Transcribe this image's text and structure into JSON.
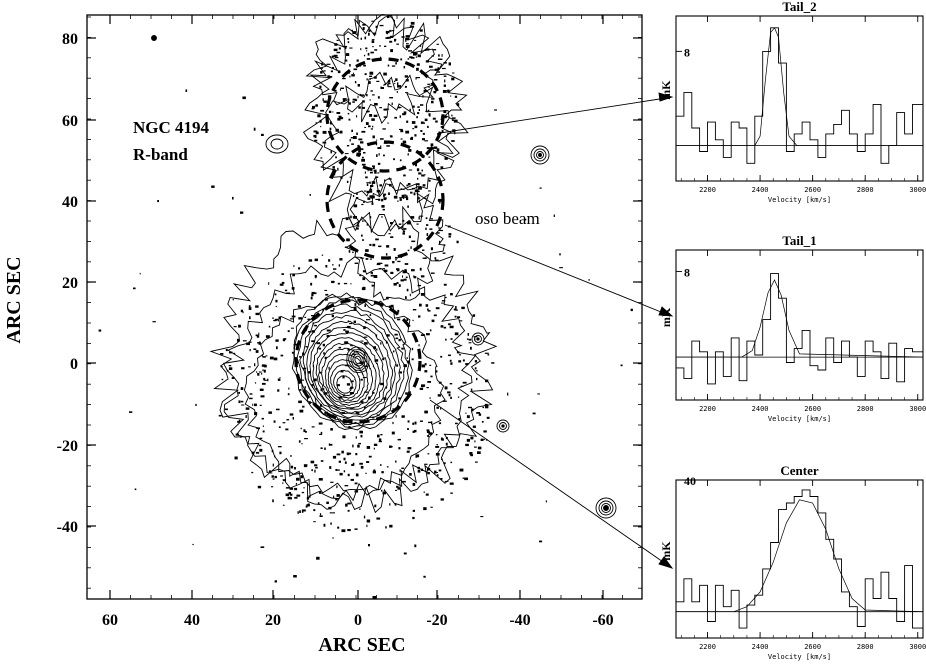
{
  "main_panel": {
    "object_label": "NGC 4194",
    "band_label": "R-band",
    "beam_label": "oso beam",
    "xlabel": "ARC SEC",
    "ylabel": "ARC SEC",
    "x_ticks": [
      "60",
      "40",
      "20",
      "0",
      "-20",
      "-40",
      "-60"
    ],
    "y_ticks": [
      "80",
      "60",
      "40",
      "20",
      "0",
      "-20",
      "-40"
    ]
  },
  "chart_data": [
    {
      "type": "line",
      "title": "Tail_2",
      "xlabel": "Velocity  [km/s]",
      "ylabel": "mK",
      "xlim": [
        2080,
        3020
      ],
      "ylim": [
        -3,
        11
      ],
      "x_ticks": [
        "2200",
        "2400",
        "2600",
        "2800",
        "3000"
      ],
      "y_ticks": [
        "8"
      ],
      "series": [
        {
          "x": [
            2080,
            2110,
            2140,
            2170,
            2200,
            2230,
            2260,
            2290,
            2320,
            2350,
            2380,
            2410,
            2440,
            2470,
            2500,
            2530,
            2560,
            2590,
            2620,
            2650,
            2680,
            2710,
            2740,
            2770,
            2800,
            2830,
            2860,
            2890,
            2920,
            2950,
            2980,
            3020
          ],
          "values": [
            2.5,
            4.5,
            1.5,
            -0.5,
            2,
            0.5,
            -1,
            2,
            1.5,
            -1.5,
            2.5,
            8,
            10,
            7,
            -0.5,
            1,
            2,
            0.5,
            -1,
            1,
            1.8,
            3,
            1,
            -0.5,
            1,
            3.5,
            -1.5,
            0,
            2.8,
            1,
            3.5,
            6.2
          ]
        },
        {
          "x": [
            2080,
            2380,
            2400,
            2420,
            2440,
            2455,
            2470,
            2490,
            2510,
            2540,
            3020
          ],
          "values": [
            0,
            0,
            0.8,
            5.5,
            9.6,
            10,
            9.2,
            4.5,
            0.8,
            0,
            0
          ]
        }
      ]
    },
    {
      "type": "line",
      "title": "Tail_1",
      "xlabel": "Velocity  [km/s]",
      "ylabel": "mK",
      "xlim": [
        2080,
        3020
      ],
      "ylim": [
        -4,
        10
      ],
      "x_ticks": [
        "2200",
        "2400",
        "2600",
        "2800",
        "3000"
      ],
      "y_ticks": [
        "8"
      ],
      "series": [
        {
          "x": [
            2080,
            2110,
            2140,
            2170,
            2200,
            2230,
            2260,
            2290,
            2320,
            2350,
            2380,
            2410,
            2440,
            2470,
            2500,
            2530,
            2560,
            2590,
            2620,
            2650,
            2680,
            2710,
            2740,
            2770,
            2800,
            2830,
            2860,
            2890,
            2920,
            2950,
            2980,
            3020
          ],
          "values": [
            -1,
            -2,
            1.5,
            0.5,
            -2.5,
            0.5,
            -1.8,
            1.8,
            -2.2,
            1.5,
            0.2,
            3.5,
            7.8,
            5.5,
            -0.5,
            0.8,
            2.5,
            -0.8,
            -1.2,
            1.8,
            -0.5,
            1.5,
            0,
            -1.8,
            1.5,
            0.5,
            -2,
            1.3,
            -2.3,
            0.8,
            0.5,
            0
          ],
          "step": true
        },
        {
          "x": [
            2080,
            2330,
            2370,
            2400,
            2430,
            2455,
            2480,
            2510,
            2550,
            3020
          ],
          "values": [
            0,
            0,
            0.6,
            2.8,
            6,
            7.2,
            5.8,
            2.5,
            0.3,
            0
          ]
        }
      ]
    },
    {
      "type": "line",
      "title": "Center",
      "xlabel": "Velocity  [km/s]",
      "ylabel": "mK",
      "xlim": [
        2080,
        3020
      ],
      "ylim": [
        -8,
        40
      ],
      "x_ticks": [
        "2200",
        "2400",
        "2600",
        "2800",
        "3000"
      ],
      "y_ticks": [
        "40"
      ],
      "series": [
        {
          "x": [
            2080,
            2110,
            2140,
            2170,
            2200,
            2230,
            2260,
            2290,
            2320,
            2350,
            2380,
            2410,
            2440,
            2470,
            2500,
            2530,
            2560,
            2590,
            2620,
            2650,
            2680,
            2710,
            2740,
            2770,
            2800,
            2830,
            2860,
            2890,
            2920,
            2950,
            2980,
            3020
          ],
          "values": [
            3,
            10,
            3,
            8,
            -3,
            8,
            1.5,
            6.5,
            -5,
            2,
            5,
            13,
            21,
            31,
            33,
            35,
            37,
            35,
            30,
            22,
            16,
            6,
            1.5,
            -4.5,
            10,
            4,
            12,
            4,
            -3,
            14,
            -5,
            2
          ],
          "step": true
        },
        {
          "x": [
            2080,
            2300,
            2350,
            2400,
            2450,
            2500,
            2550,
            2600,
            2650,
            2700,
            2750,
            2800,
            3020
          ],
          "values": [
            0,
            0,
            1.5,
            6,
            15,
            27,
            34,
            33,
            25,
            13,
            4,
            0.5,
            0
          ]
        }
      ]
    }
  ]
}
